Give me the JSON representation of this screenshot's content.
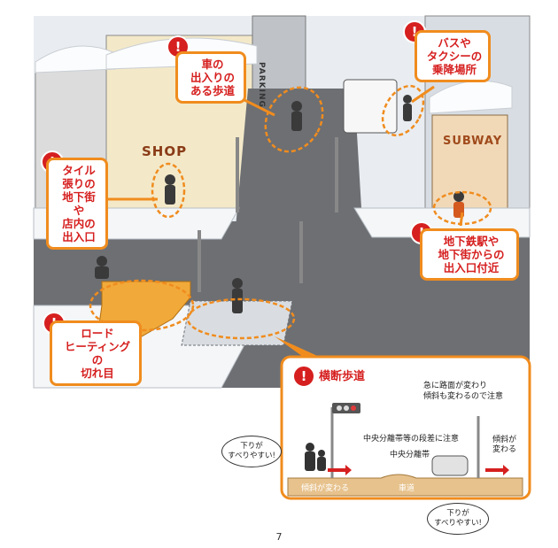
{
  "callouts": {
    "sidewalk_driveway": "車の\n出入りの\nある歩道",
    "bus_taxi": "バスや\nタクシーの\n乗降場所",
    "tiled_entrance": "タイル\n張りの\n地下街や\n店内の\n出入口",
    "subway_exit": "地下鉄駅や\n地下街からの\n出入口付近",
    "road_heating": "ロード\nヒーティング\nの\n切れ目"
  },
  "signs": {
    "shop": "SHOP",
    "parking": "PARKING",
    "subway": "SUBWAY"
  },
  "inset": {
    "title": "横断歩道",
    "slope_note": "急に路面が変わり\n傾斜も変わるので注意",
    "median_step_note": "中央分離帯等の段差に注意",
    "median_label": "中央分離帯",
    "roadway_label": "車道",
    "slope_changes_left": "傾斜が変わる",
    "slope_changes_right": "傾斜が\n変わる",
    "bubble_left": "下りが\nすべりやすい!",
    "bubble_bottom": "下りが\nすべりやすい!"
  },
  "page_number": "7",
  "colors": {
    "warning_red": "#d61f1f",
    "callout_orange": "#f08c1e",
    "road_gray": "#6d6f73",
    "snow": "#f4f6f8"
  }
}
